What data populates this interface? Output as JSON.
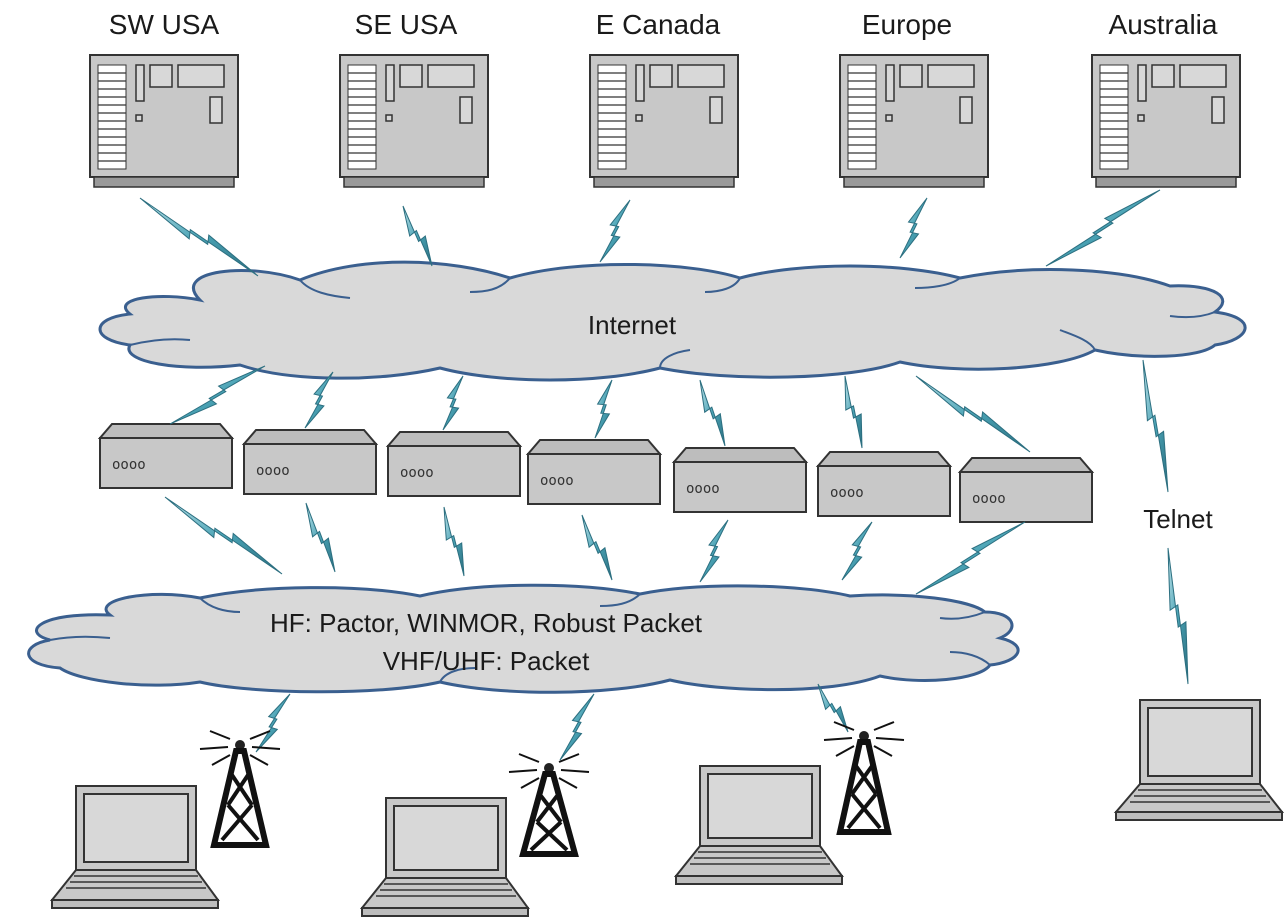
{
  "servers": [
    {
      "label": "SW USA"
    },
    {
      "label": "SE USA"
    },
    {
      "label": "E Canada"
    },
    {
      "label": "Europe"
    },
    {
      "label": "Australia"
    }
  ],
  "internet": {
    "label": "Internet"
  },
  "radio_network": {
    "line1": "HF:  Pactor, WINMOR, Robust Packet",
    "line2": "VHF/UHF:  Packet"
  },
  "gateways": [
    {
      "leds": "oooo"
    },
    {
      "leds": "oooo"
    },
    {
      "leds": "oooo"
    },
    {
      "leds": "oooo"
    },
    {
      "leds": "oooo"
    },
    {
      "leds": "oooo"
    },
    {
      "leds": "oooo"
    }
  ],
  "telnet": {
    "label": "Telnet"
  },
  "colors": {
    "cloud_fill": "#d9d9d9",
    "cloud_stroke": "#3a5f8f",
    "device_fill": "#c8c8c8",
    "bolt": "#4aa3b5"
  },
  "icons": {
    "server": "server-icon",
    "gateway": "gateway-box-icon",
    "tower": "radio-tower-icon",
    "laptop": "laptop-icon",
    "link": "wireless-link-icon"
  }
}
